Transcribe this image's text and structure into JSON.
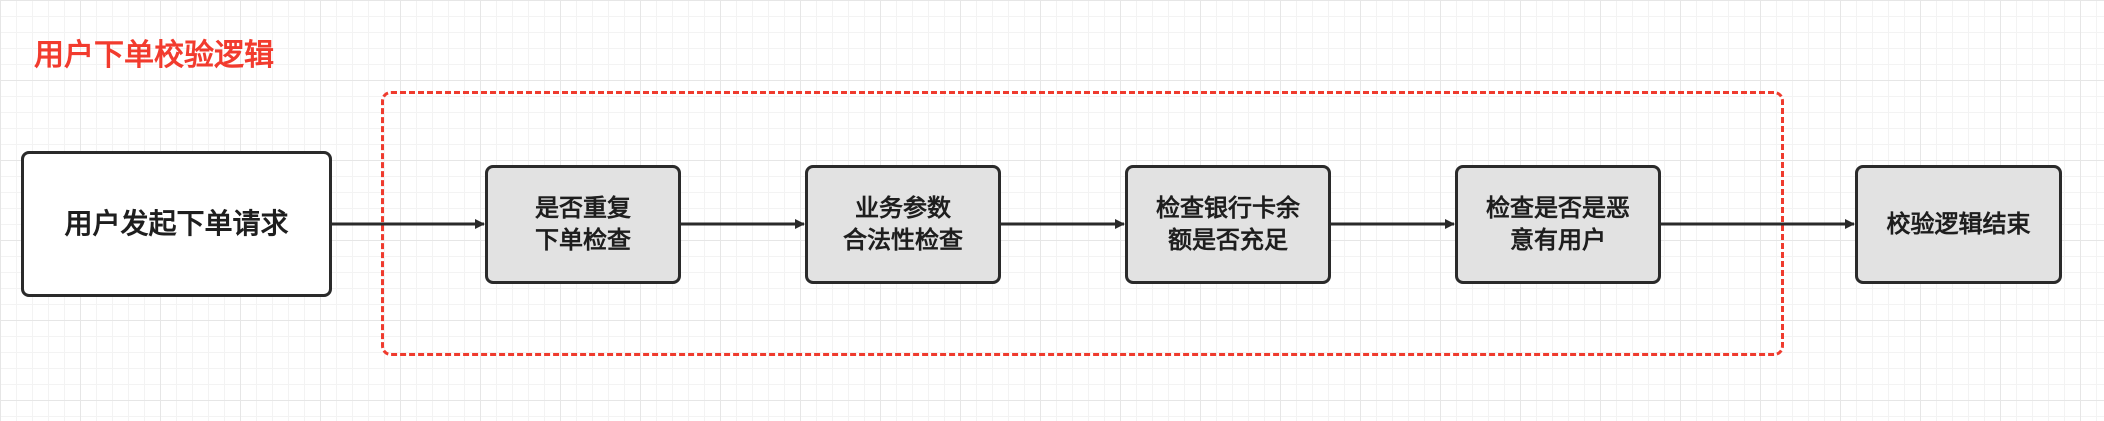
{
  "diagram": {
    "title": "用户下单校验逻辑",
    "colors": {
      "title": "#f23b2e",
      "frame": "#ef3b2e",
      "node_border": "#2a2a2a",
      "step_fill": "#e2e2e2",
      "arrow": "#2a2a2a"
    },
    "nodes": [
      {
        "id": "start",
        "label": "用户发起下单请求"
      },
      {
        "id": "dup",
        "label": "是否重复\n下单检查"
      },
      {
        "id": "param",
        "label": "业务参数\n合法性检查"
      },
      {
        "id": "balance",
        "label": "检查银行卡余\n额是否充足"
      },
      {
        "id": "malicious",
        "label": "检查是否是恶\n意有用户"
      },
      {
        "id": "end",
        "label": "校验逻辑结束"
      }
    ],
    "edges": [
      {
        "from": "start",
        "to": "dup"
      },
      {
        "from": "dup",
        "to": "param"
      },
      {
        "from": "param",
        "to": "balance"
      },
      {
        "from": "balance",
        "to": "malicious"
      },
      {
        "from": "malicious",
        "to": "end"
      }
    ]
  }
}
